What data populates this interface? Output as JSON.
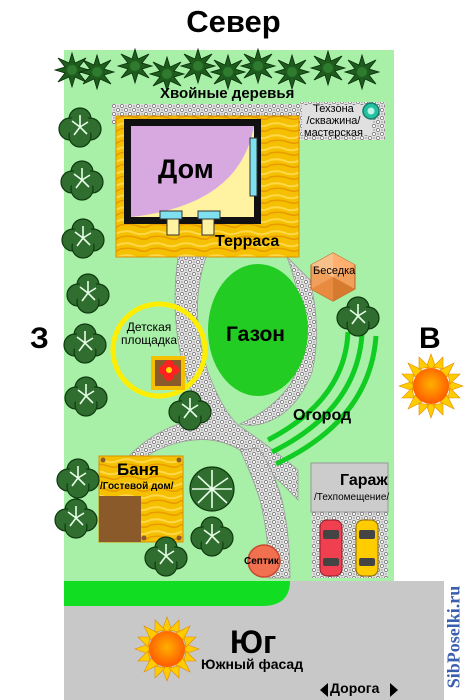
{
  "labels": {
    "north": "Север",
    "west": "З",
    "east": "В",
    "south": "Юг",
    "south_facade": "Южный фасад",
    "road": "Дорога",
    "conifers": "Хвойные деревья",
    "tech_zone": [
      "Техзона",
      "/скважина/",
      "мастерская"
    ],
    "house": "Дом",
    "terrace": "Терраса",
    "gazebo": "Беседка",
    "playground": [
      "Детская",
      "площадка"
    ],
    "lawn": "Газон",
    "garden": "Огород",
    "bathhouse": "Баня",
    "guest_house": "/Гостевой дом/",
    "garage": "Гараж",
    "tech_room": "/Техпомещение/",
    "septic": "Септик",
    "site": "SibPoselki.ru"
  },
  "colors": {
    "plot": "#a8f0a8",
    "lawn": "#22cc22",
    "hedge": "#11dd22",
    "tree_dark": "#2f6e2f",
    "conifer": "#1e5c1e",
    "house_lilac": "#d8a8e0",
    "house_cream": "#fff2a0",
    "terrace": "#f5c000",
    "gravel": "#d9d9d9",
    "road": "#c8c8c8",
    "sun": "#ff6a00",
    "sun_rays": "#ffcc00",
    "car_red": "#f04050",
    "car_yellow": "#ffcc00",
    "flower": "#ff2020",
    "playground_ring": "#ffee00",
    "wood": "#8b5a2b",
    "brand": "#3a5fae"
  }
}
